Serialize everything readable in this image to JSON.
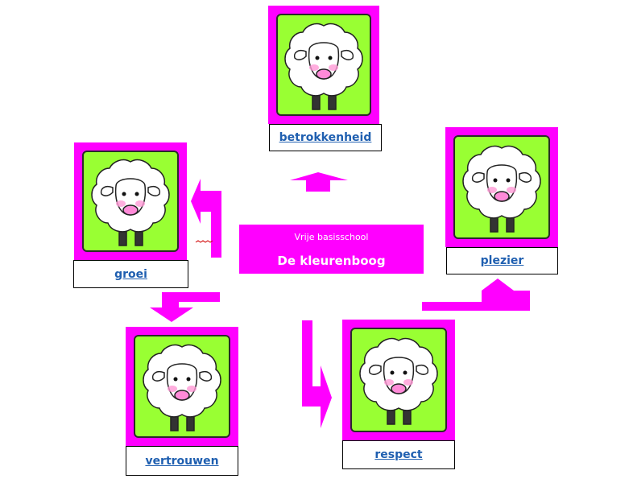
{
  "colors": {
    "magenta": "#ff00ff",
    "green": "#99ff33",
    "link": "#1f5fb0"
  },
  "center": {
    "line1": "Vrije basisschool",
    "line2": "De kleurenboog"
  },
  "values": [
    {
      "id": "betrokkenheid",
      "label": "betrokkenheid",
      "icon": "sheep-icon"
    },
    {
      "id": "plezier",
      "label": "plezier",
      "icon": "sheep-icon"
    },
    {
      "id": "respect",
      "label": "respect",
      "icon": "sheep-icon"
    },
    {
      "id": "vertrouwen",
      "label": "vertrouwen",
      "icon": "sheep-icon"
    },
    {
      "id": "groei",
      "label": "groei",
      "icon": "sheep-icon"
    }
  ]
}
